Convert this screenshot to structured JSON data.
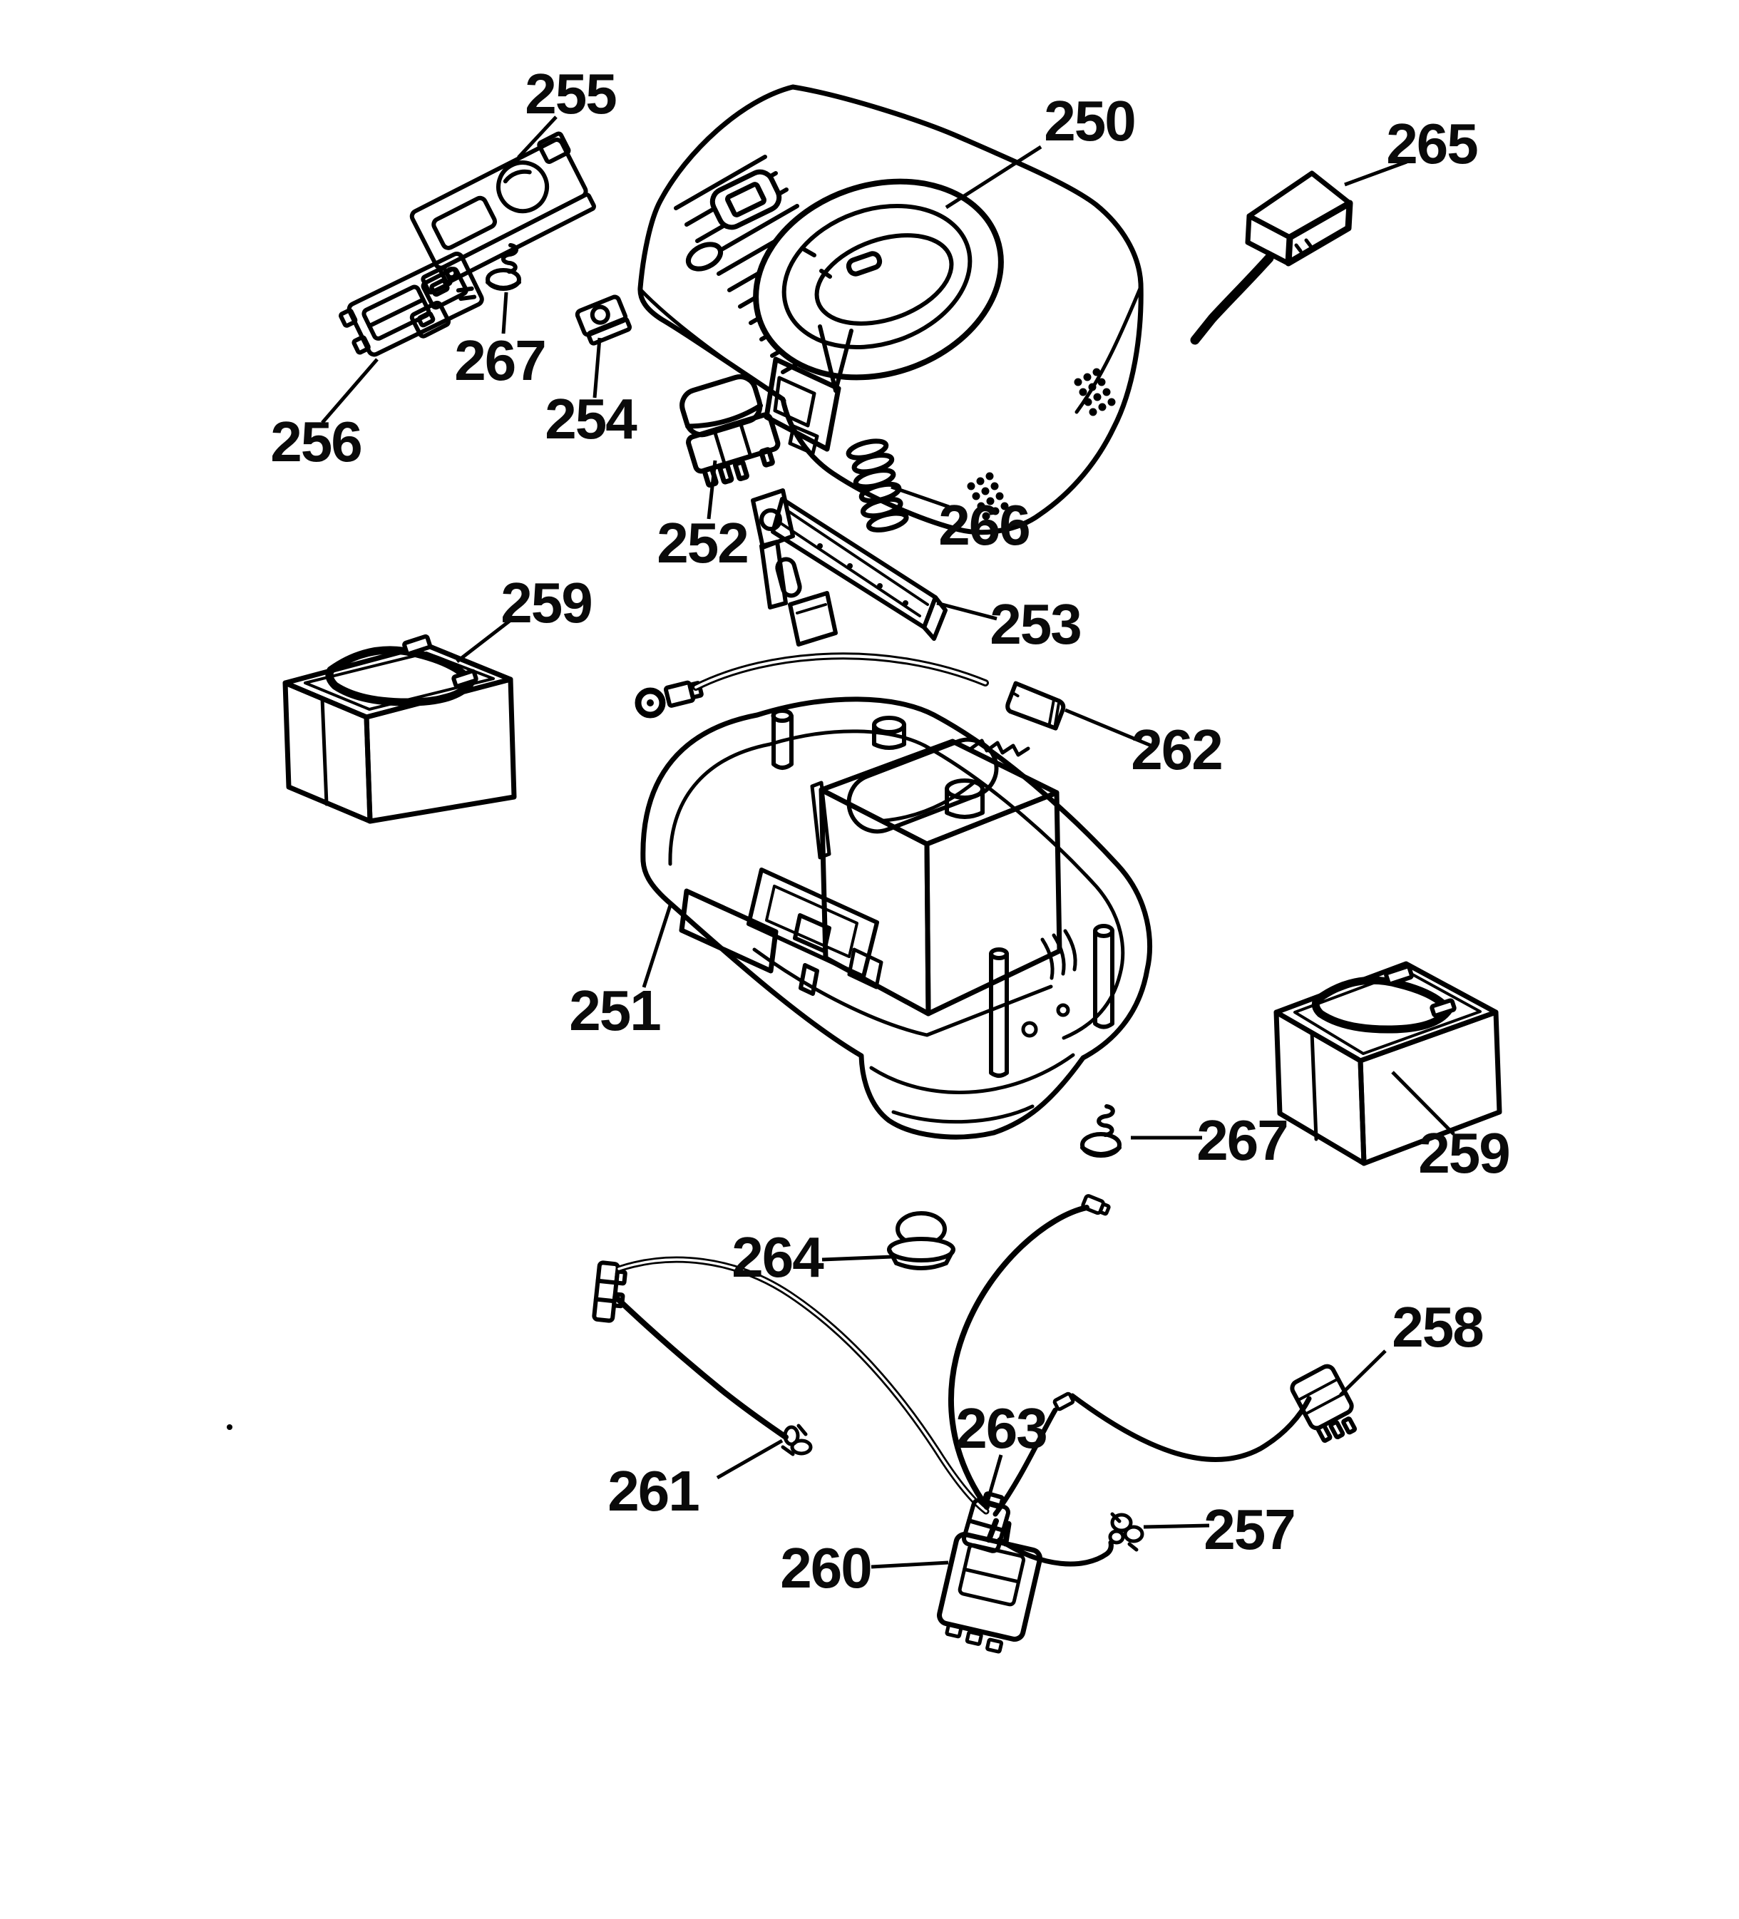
{
  "diagram": {
    "background": "#ffffff",
    "ink": "#000000",
    "labels": {
      "cover": "250",
      "tray": "251",
      "switch": "252",
      "lever": "253",
      "block": "254",
      "bracket": "255",
      "board": "256",
      "clip_right": "257",
      "wire_258": "258",
      "battery_left": "259",
      "battery_right": "259",
      "connector_260": "260",
      "wire_261": "261",
      "wire_262": "262",
      "connector_263": "263",
      "grommet": "264",
      "charger": "265",
      "spring": "266",
      "screw_top": "267",
      "screw_right": "267"
    }
  }
}
